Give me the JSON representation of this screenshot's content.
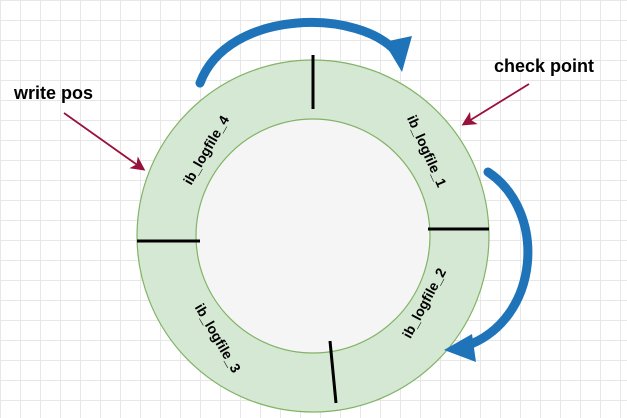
{
  "diagram": {
    "labels": {
      "write_pos": "write pos",
      "check_point": "check point"
    },
    "segments": [
      {
        "name": "ib_logfile_1"
      },
      {
        "name": "ib_logfile_2"
      },
      {
        "name": "ib_logfile_3"
      },
      {
        "name": "ib_logfile_4"
      }
    ],
    "colors": {
      "ring_fill": "#d5e8d4",
      "ring_stroke": "#82b366",
      "inner_fill": "#f5f5f5",
      "arrow_blue": "#1f74b9",
      "pointer": "#99103a",
      "divider": "#000000"
    }
  }
}
